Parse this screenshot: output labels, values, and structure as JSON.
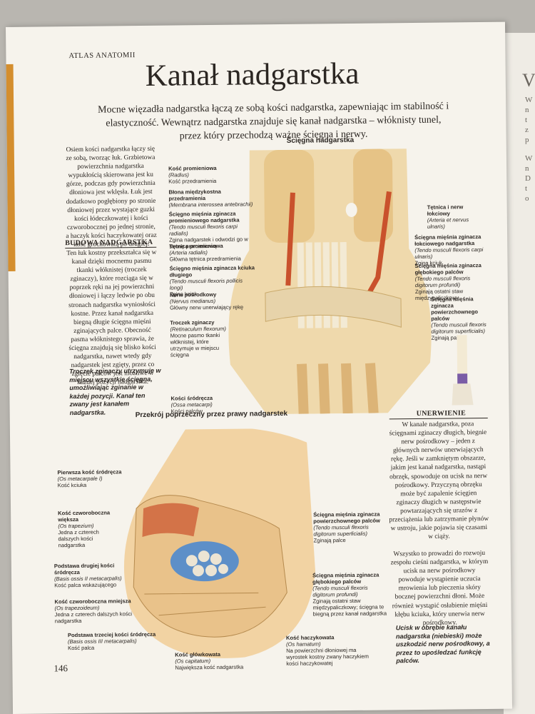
{
  "header": {
    "section": "ATLAS ANATOMII"
  },
  "page_title": "Kanał nadgarstka",
  "lead": "Mocne więzadła nadgarstka łączą ze sobą kości nadgarstka, zapewniając im stabilność i elastyczność. Wewnątrz nadgarstka znajduje się kanał nadgarstka – włóknisty tunel, przez który przechodzą ważne ścięgna i nerwy.",
  "intro_text": "Osiem kości nadgarstka łączy się ze sobą, tworząc łuk. Grzbietowa powierzchnia nadgarstka wypukłością skierowana jest ku górze, podczas gdy powierzchnia dłoniowa jest wklęsła. Łuk jest dodatkowo pogłębiony po stronie dłoniowej przez wystające guzki kości łódeczkowatej i kości czworobocznej po jednej stronie, a haczyk kości haczykowatej oraz kość grochowatą po drugiej.",
  "budowa": {
    "heading": "BUDOWA NADGARSTKA",
    "text": "Ten łuk kostny przekształca się w kanał dzięki mocnemu pasmu tkanki włóknistej (troczek zginaczy), które rozciąga się w poprzek ręki na jej powierzchni dłoniowej i łączy ledwie po obu stronach nadgarstka wyniosłości kostne. Przez kanał nadgarstka biegną długie ścięgna mięśni zginających palce. Obecność pasma włóknistego sprawia, że ścięgna znajdują się blisko kości nadgarstka, nawet wtedy gdy nadgarstek jest zgięty, przez co zgięcie palców jest możliwe w każdej pozycji nadgarstka."
  },
  "caption_left": "Troczek zginaczy utrzymuje w miejscu wszystkie ścięgna, umożliwiając zginanie w każdej pozycji. Kanał ten zwany jest kanałem nadgarstka.",
  "figure_top": {
    "title": "Ścięgna nadgarstka",
    "left_labels": [
      {
        "name": "Kość promieniowa",
        "latin": "(Radius)",
        "desc": "Kość przedramienia"
      },
      {
        "name": "Błona międzykostna przedramienia",
        "latin": "(Membrana interossea antebrachii)",
        "desc": ""
      },
      {
        "name": "Ścięgno mięśnia zginacza promieniowego nadgarstka",
        "latin": "(Tendo musculi flexoris carpi radialis)",
        "desc": "Zgina nadgarstek i odwodzi go w stronę promieniową"
      },
      {
        "name": "Tętnica promieniowa",
        "latin": "(Arteria radialis)",
        "desc": "Główna tętnica przedramienia"
      },
      {
        "name": "Ścięgno mięśnia zginacza kciuka długiego",
        "latin": "(Tendo musculi flexoris pollicis longi)",
        "desc": "Zgina kciuk"
      },
      {
        "name": "Nerw pośrodkowy",
        "latin": "(Nervus medianus)",
        "desc": "Główny nerw unerwiający rękę"
      },
      {
        "name": "Troczek zginaczy",
        "latin": "(Retinaculum flexorum)",
        "desc": "Mocne pasmo tkanki włóknistej, które utrzymuje w miejscu ścięgna"
      },
      {
        "name": "Kości śródręcza",
        "latin": "(Ossa metacarpi)",
        "desc": "Kości palców"
      }
    ],
    "right_labels": [
      {
        "name": "Tętnica i nerw łokciowy",
        "latin": "(Arteria et nervus ulnaris)",
        "desc": ""
      },
      {
        "name": "Ścięgna mięśnia zginacza łokciowego nadgarstka",
        "latin": "(Tendo musculi flexoris carpi ulnaris)",
        "desc": "Zgina kciuk"
      },
      {
        "name": "Ścięgna mięśnia zginacza głębokiego palców",
        "latin": "(Tendo musculi flexoris digitorum profundi)",
        "desc": "Zginają ostatni staw międzypaliczkowy"
      },
      {
        "name": "Ścięgna mięśnia zginacza powierzchownego palców",
        "latin": "(Tendo musculi flexoris digitorum superficialis)",
        "desc": "Zginają palce"
      }
    ]
  },
  "figure_bottom": {
    "title": "Przekrój poprzeczny przez prawy nadgarstek",
    "left_labels": [
      {
        "name": "Pierwsza kość śródręcza",
        "latin": "(Os metacarpale I)",
        "desc": "Kość kciuka"
      },
      {
        "name": "Kość czworoboczna większa",
        "latin": "(Os trapezium)",
        "desc": "Jedna z czterech dalszych kości nadgarstka"
      },
      {
        "name": "Podstawa drugiej kości śródręcza",
        "latin": "(Basis ossis II metacarpalis)",
        "desc": "Kość palca wskazującego"
      },
      {
        "name": "Kość czworoboczna mniejsza",
        "latin": "(Os trapezoideum)",
        "desc": "Jedna z czterech dalszych kości nadgarstka"
      },
      {
        "name": "Podstawa trzeciej kości śródręcza",
        "latin": "(Basis ossis III metacarpalis)",
        "desc": "Kość palca"
      }
    ],
    "center_labels": [
      {
        "name": "Kość główkowata",
        "latin": "(Os capitatum)",
        "desc": "Największa kość nadgarstka"
      },
      {
        "name": "Kość haczykowata",
        "latin": "(Os hamatum)",
        "desc": "Na powierzchni dłoniowej ma wyrostek kostny zwany haczykiem kości haczykowatej"
      }
    ],
    "right_labels": [
      {
        "name": "Ścięgna mięśnia zginacza powierzchownego palców",
        "latin": "(Tendo musculi flexoris digitorum superficialis)",
        "desc": "Zginają palce"
      },
      {
        "name": "Ścięgna mięśnia zginacza głębokiego palców",
        "latin": "(Tendo musculi flexoris digitorum profundi)",
        "desc": "Zginają ostatni staw międzypaliczkowy; ścięgna te biegną przez kanał nadgarstka"
      }
    ]
  },
  "unerwienie": {
    "heading": "UNERWIENIE",
    "p1": "W kanale nadgarstka, poza ścięgnami zginaczy długich, biegnie nerw pośrodkowy – jeden z głównych nerwów unerwiających rękę. Jeśli w zamkniętym obszarze, jakim jest kanał nadgarstka, nastąpi obrzęk, spowoduje on ucisk na nerw pośrodkowy. Przyczyną obrzęku może być zapalenie ścięgien zginaczy długich w następstwie powtarzających się urazów z przeciążenia lub zatrzymanie płynów w ustroju, jakie pojawia się czasami w ciąży.",
    "p2": "Wszystko to prowadzi do rozwoju zespołu cieśni nadgarstka, w którym ucisk na nerw pośrodkowy powoduje wystąpienie uczucia mrowienia lub pieczenia skóry bocznej powierzchni dłoni. Może również wystąpić osłabienie mięśni kłębu kciuka, który unerwia nerw pośrodkowy."
  },
  "caption_right": "Ucisk w obrębie kanału nadgarstka (niebieski) może uszkodzić nerw pośrodkowy, a przez to upośledzać funkcję palców.",
  "page_number": "146",
  "next_page_letters": [
    "V",
    "W",
    "n",
    "t",
    "z",
    "p",
    "W",
    "n",
    "D",
    "t",
    "o"
  ],
  "colors": {
    "page": "#f6f3ec",
    "bone": "#e8c88c",
    "tendon": "#efe3c7",
    "artery": "#c9512c",
    "nerve_canal": "#5d8fc8",
    "spine": "#d48e2e"
  }
}
